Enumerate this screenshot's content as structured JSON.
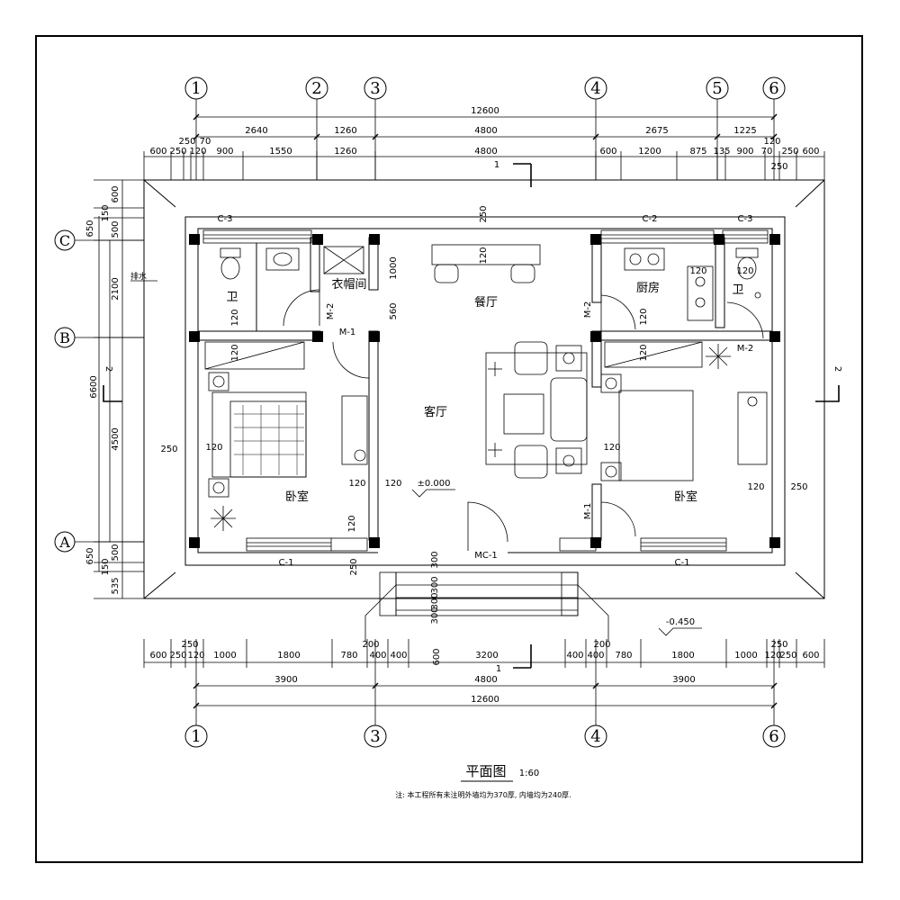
{
  "axes": {
    "top": [
      "1",
      "2",
      "3",
      "4",
      "5",
      "6"
    ],
    "bottom": [
      "1",
      "3",
      "4",
      "6"
    ],
    "left": [
      "C",
      "B",
      "A"
    ]
  },
  "dims": {
    "top_total": "12600",
    "top_row1": [
      "2640",
      "1260",
      "4800",
      "2675",
      "1225"
    ],
    "top_row2": [
      "600",
      "250",
      "70",
      "120",
      "900",
      "1550",
      "1260",
      "4800",
      "600",
      "1200",
      "875",
      "135",
      "900",
      "70",
      "120",
      "250",
      "600"
    ],
    "top_extra": "250",
    "top_small": "250",
    "bottom_row1": [
      "600",
      "250",
      "120",
      "1000",
      "1800",
      "780",
      "400",
      "400",
      "3200",
      "400",
      "400",
      "780",
      "1800",
      "1000",
      "120",
      "250",
      "600"
    ],
    "bottom_row2": [
      "3900",
      "4800",
      "3900"
    ],
    "bottom_total": "12600",
    "bottom_small": [
      "250",
      "250",
      "200",
      "200",
      "600"
    ],
    "left_outer": "6600",
    "left_mid": [
      "650",
      "2100",
      "4500",
      "650"
    ],
    "left_inner": [
      "600",
      "150",
      "500",
      "500",
      "150",
      "535"
    ],
    "interior": [
      "250",
      "120",
      "1000",
      "560",
      "120",
      "120",
      "120",
      "120",
      "120",
      "120",
      "120",
      "120",
      "120",
      "250",
      "250",
      "120",
      "120",
      "120",
      "250",
      "300"
    ],
    "steps": [
      "300",
      "300",
      "300"
    ]
  },
  "rooms": {
    "bath_left": "卫",
    "closet": "衣帽间",
    "dining": "餐厅",
    "kitchen": "厨房",
    "bath_right": "卫",
    "living": "客厅",
    "bed_left": "卧室",
    "bed_right": "卧室"
  },
  "labels": {
    "c3_left": "C-3",
    "c2": "C-2",
    "c3_right": "C-3",
    "c1_left": "C-1",
    "c1_right": "C-1",
    "mc1": "MC-1",
    "m1_left": "M-1",
    "m2_left": "M-2",
    "m2_kitchen": "M-2",
    "m2_right": "M-2",
    "m1_right": "M-1",
    "elev_floor": "±0.000",
    "elev_out": "-0.450",
    "drain": "排水",
    "section": "1",
    "section2": "2",
    "section_left": "2"
  },
  "title": {
    "main": "平面图",
    "scale": "1:60",
    "note": "注: 本工程所有未注明外墙均为370厚, 内墙均为240厚."
  }
}
